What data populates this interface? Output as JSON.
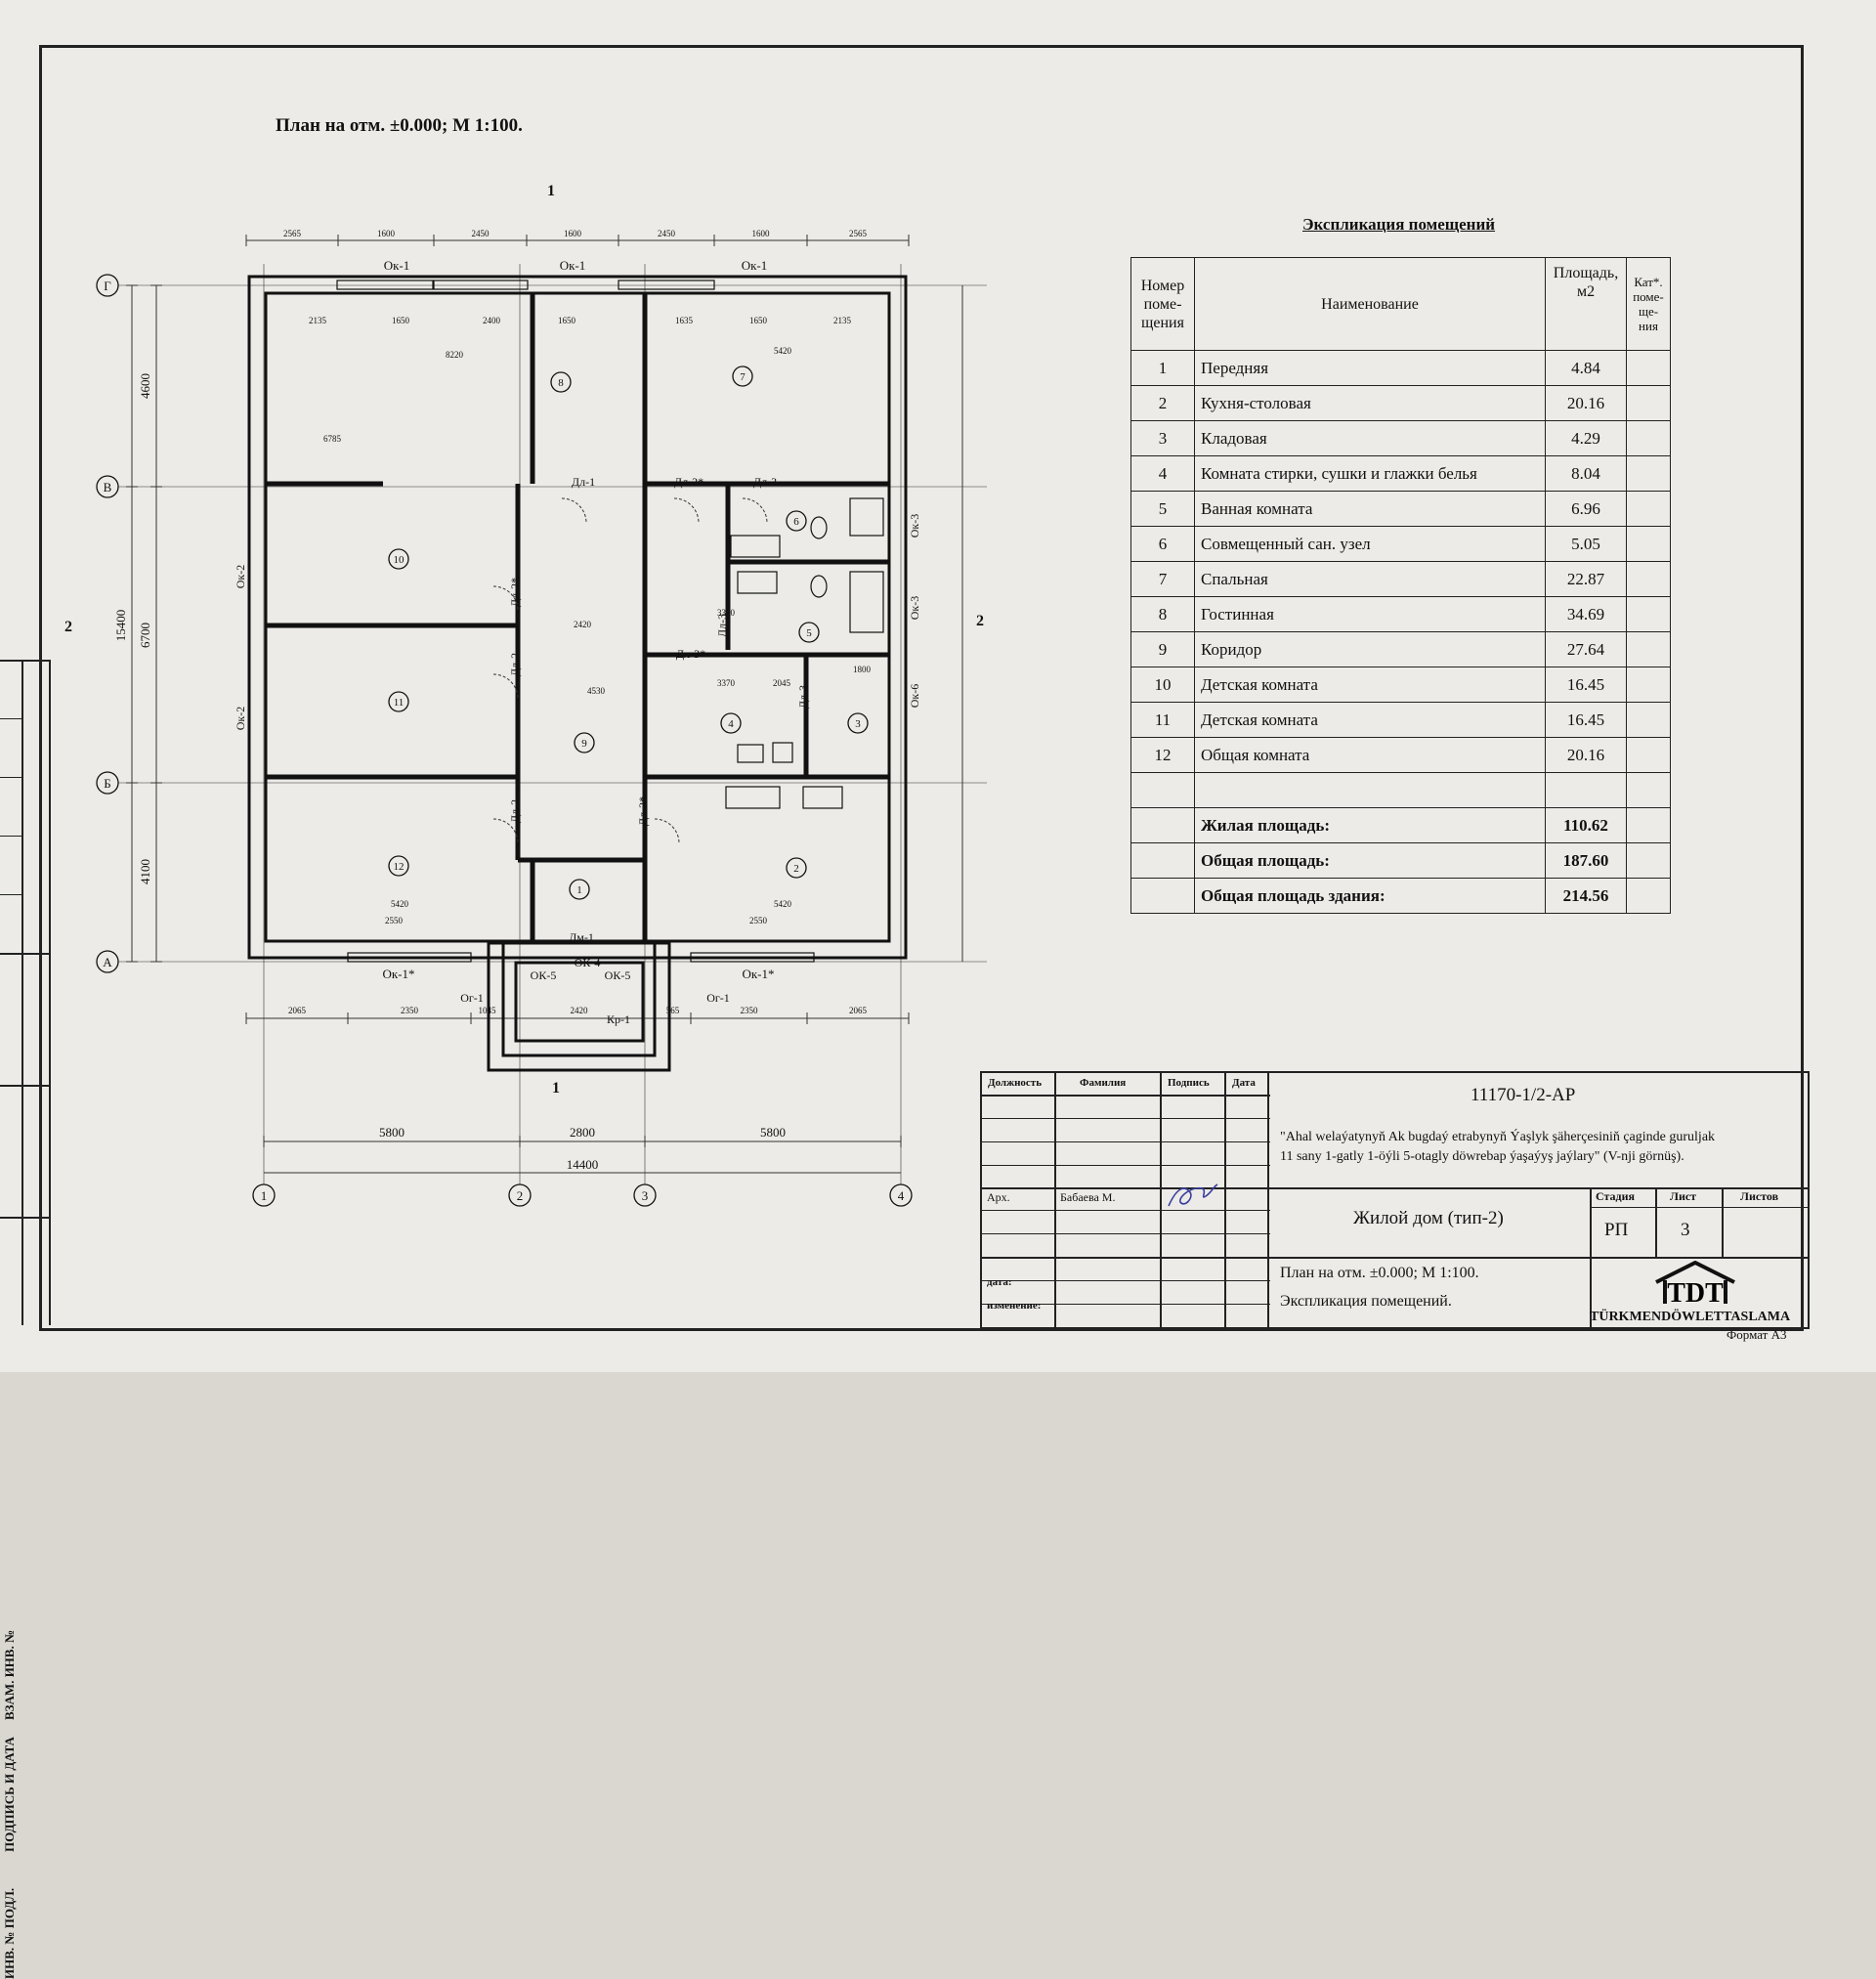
{
  "title": "План на отм. ±0.000; М 1:100.",
  "explication": {
    "caption": "Экспликация помещений",
    "headers": {
      "num": [
        "Номер",
        "поме-",
        "щения"
      ],
      "name": "Наименование",
      "area": [
        "Площадь,",
        "м2"
      ],
      "cat": [
        "Кат*.",
        "поме-",
        "ще-",
        "ния"
      ]
    },
    "rows": [
      {
        "num": "1",
        "name": "Передняя",
        "area": "4.84"
      },
      {
        "num": "2",
        "name": "Кухня-столовая",
        "area": "20.16"
      },
      {
        "num": "3",
        "name": "Кладовая",
        "area": "4.29"
      },
      {
        "num": "4",
        "name": "Комната стирки, сушки и глажки белья",
        "area": "8.04"
      },
      {
        "num": "5",
        "name": "Ванная комната",
        "area": "6.96"
      },
      {
        "num": "6",
        "name": "Совмещенный сан. узел",
        "area": "5.05"
      },
      {
        "num": "7",
        "name": "Спальная",
        "area": "22.87"
      },
      {
        "num": "8",
        "name": "Гостинная",
        "area": "34.69"
      },
      {
        "num": "9",
        "name": "Коридор",
        "area": "27.64"
      },
      {
        "num": "10",
        "name": "Детская комната",
        "area": "16.45"
      },
      {
        "num": "11",
        "name": "Детская комната",
        "area": "16.45"
      },
      {
        "num": "12",
        "name": "Общая комната",
        "area": "20.16"
      }
    ],
    "totals": [
      {
        "name": "Жилая площадь:",
        "area": "110.62"
      },
      {
        "name": "Общая площадь:",
        "area": "187.60"
      },
      {
        "name": "Общая площадь здания:",
        "area": "214.56"
      }
    ]
  },
  "stamp": {
    "code": "11170-1/2-АР",
    "project_line1": "\"Ahal welaýatynyň Ak bugdaý etrabynyň Ýaşlyk şäherçesiniň çaginde guruljak",
    "project_line2": "11 sany 1-gatly 1-öýli 5-otagly döwrebap ýaşaýyş jaýlary\" (V-nji görnüş).",
    "header_role": "Должность",
    "header_name": "Фамилия",
    "header_sign": "Подпись",
    "header_date": "Дата",
    "role_arch": "Арх.",
    "name_arch": "Бабаева М.",
    "label_date": "дата:",
    "label_change": "изменение:",
    "building": "Жилой дом (тип-2)",
    "stage_label": "Стадия",
    "sheet_label": "Лист",
    "sheets_label": "Листов",
    "stage": "РП",
    "sheet": "3",
    "desc1": "План на отм. ±0.000; М 1:100.",
    "desc2": "Экспликация помещений.",
    "company": "TÜRKMENDÖWLETTASLAMA",
    "format": "Формат А3"
  },
  "side": {
    "inv_podl": "ИНВ. № ПОДЛ.",
    "sign_date": "ПОДПИСЬ И ДАТА",
    "vzam": "ВЗАМ. ИНВ. №"
  },
  "plan": {
    "axes_rows": [
      "Г",
      "В",
      "Б",
      "А"
    ],
    "axes_cols": [
      "1",
      "2",
      "3",
      "4"
    ],
    "section": {
      "one": "1",
      "two": "2"
    },
    "top_dims": [
      "2565",
      "1600",
      "2450",
      "1600",
      "2450",
      "1600",
      "2565"
    ],
    "windows_top": [
      "Ок-1",
      "Ок-1",
      "Ок-1"
    ],
    "windows_bottom": [
      "Ок-1*",
      "Ок-1*"
    ],
    "window_left": [
      "Ок-2",
      "Ок-2"
    ],
    "window_right": [
      "Ок-3",
      "Ок-3",
      "Ок-6"
    ],
    "door_labels": [
      "Дл-1",
      "Дл-2*",
      "Дл-3",
      "Дл-2*",
      "Дл-2",
      "Дл-2",
      "Дл-2*",
      "Дл-3",
      "Дл-3*",
      "Дл-3",
      "Дм-1"
    ],
    "entrance": [
      "ОК-5",
      "ОК-4",
      "ОК-5",
      "Ог-1",
      "Ог-1",
      "Кр-1"
    ],
    "bottom_dims": [
      "2065",
      "2350",
      "1045",
      "2420",
      "565",
      "2350",
      "2065"
    ],
    "bottom_axis_dims": [
      "5800",
      "2800",
      "5800"
    ],
    "bottom_total": "14400",
    "left_dims_outer": "15400",
    "left_dims_mid": [
      "4600",
      "6700",
      "4100"
    ],
    "room_dims": [
      "8220",
      "5420",
      "6785",
      "2420",
      "4530",
      "3370",
      "3370",
      "2045",
      "1800",
      "5420",
      "5420",
      "2550",
      "2550",
      "2135",
      "1650",
      "2400",
      "1650",
      "1635",
      "1650",
      "2135"
    ],
    "rooms": [
      "1",
      "2",
      "3",
      "4",
      "5",
      "6",
      "7",
      "8",
      "9",
      "10",
      "11",
      "12"
    ]
  }
}
